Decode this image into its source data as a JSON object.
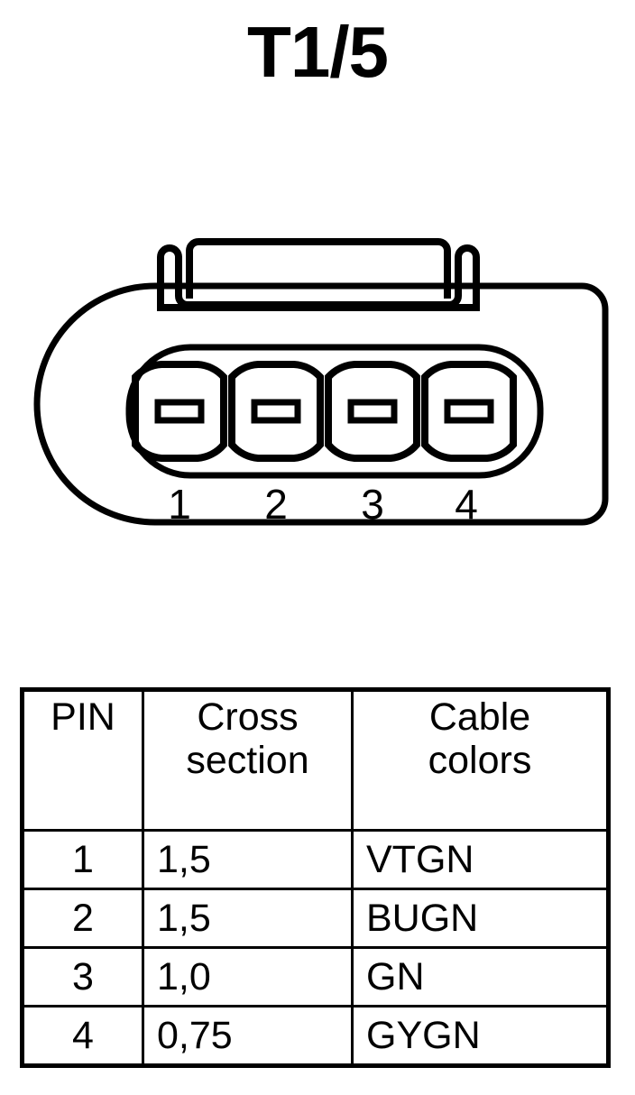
{
  "title": "T1/5",
  "connector": {
    "name": "4-way-connector-diagram",
    "pin_labels": [
      "1",
      "2",
      "3",
      "4"
    ],
    "cavity_count": 4,
    "stroke_color": "#000000",
    "background_color": "#ffffff"
  },
  "table": {
    "headers": {
      "pin": "PIN",
      "cross_section_line1": "Cross",
      "cross_section_line2": "section",
      "cable_colors_line1": "Cable",
      "cable_colors_line2": "colors"
    },
    "rows": [
      {
        "pin": "1",
        "cross_section": "1,5",
        "cable_colors": "VTGN"
      },
      {
        "pin": "2",
        "cross_section": "1,5",
        "cable_colors": "BUGN"
      },
      {
        "pin": "3",
        "cross_section": "1,0",
        "cable_colors": "GN"
      },
      {
        "pin": "4",
        "cross_section": "0,75",
        "cable_colors": "GYGN"
      }
    ]
  }
}
